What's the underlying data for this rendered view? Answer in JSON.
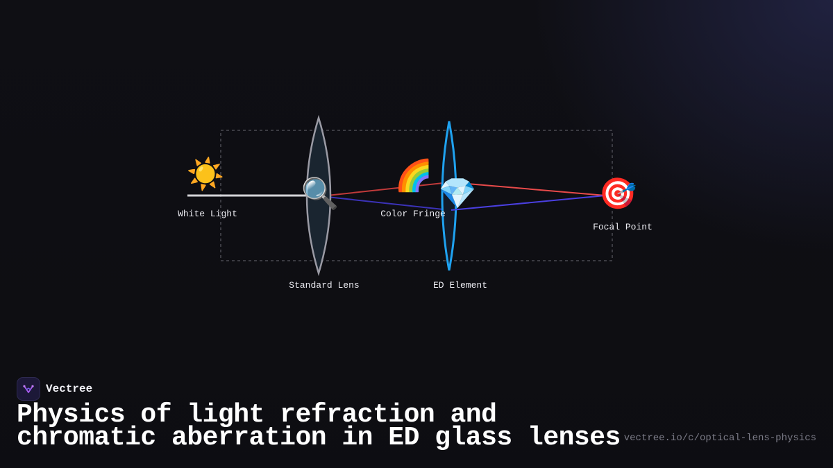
{
  "brand": {
    "name": "Vectree",
    "logo_icon": "vectree-logo-icon"
  },
  "headline": "Physics of light refraction and chromatic aberration in ED glass lenses",
  "url": "vectree.io/c/optical-lens-physics",
  "colors": {
    "background": "#0f0f14",
    "red_ray": "#e84a4a",
    "blue_ray": "#4a3fe0",
    "ed_lens": "#1fa2f0",
    "standard_lens": "#9a9aa4",
    "white_beam": "#d4d4d8"
  },
  "diagram": {
    "nodes": [
      {
        "id": "white-light",
        "label": "White Light",
        "icon": "sun-icon",
        "glyph": "☀️"
      },
      {
        "id": "standard-lens",
        "label": "Standard Lens",
        "icon": "magnifier-icon",
        "glyph": "🔍"
      },
      {
        "id": "color-fringe",
        "label": "Color Fringe",
        "icon": "rainbow-icon",
        "glyph": "🌈"
      },
      {
        "id": "ed-element",
        "label": "ED Element",
        "icon": "gem-icon",
        "glyph": "💎"
      },
      {
        "id": "focal-point",
        "label": "Focal Point",
        "icon": "target-icon",
        "glyph": "🎯"
      }
    ],
    "rays": [
      {
        "from": "white-light",
        "to": "standard-lens",
        "color": "white"
      },
      {
        "from": "standard-lens",
        "to": "ed-element",
        "color": "red"
      },
      {
        "from": "standard-lens",
        "to": "ed-element",
        "color": "blue"
      },
      {
        "from": "ed-element",
        "to": "focal-point",
        "color": "red"
      },
      {
        "from": "ed-element",
        "to": "focal-point",
        "color": "blue"
      }
    ]
  }
}
